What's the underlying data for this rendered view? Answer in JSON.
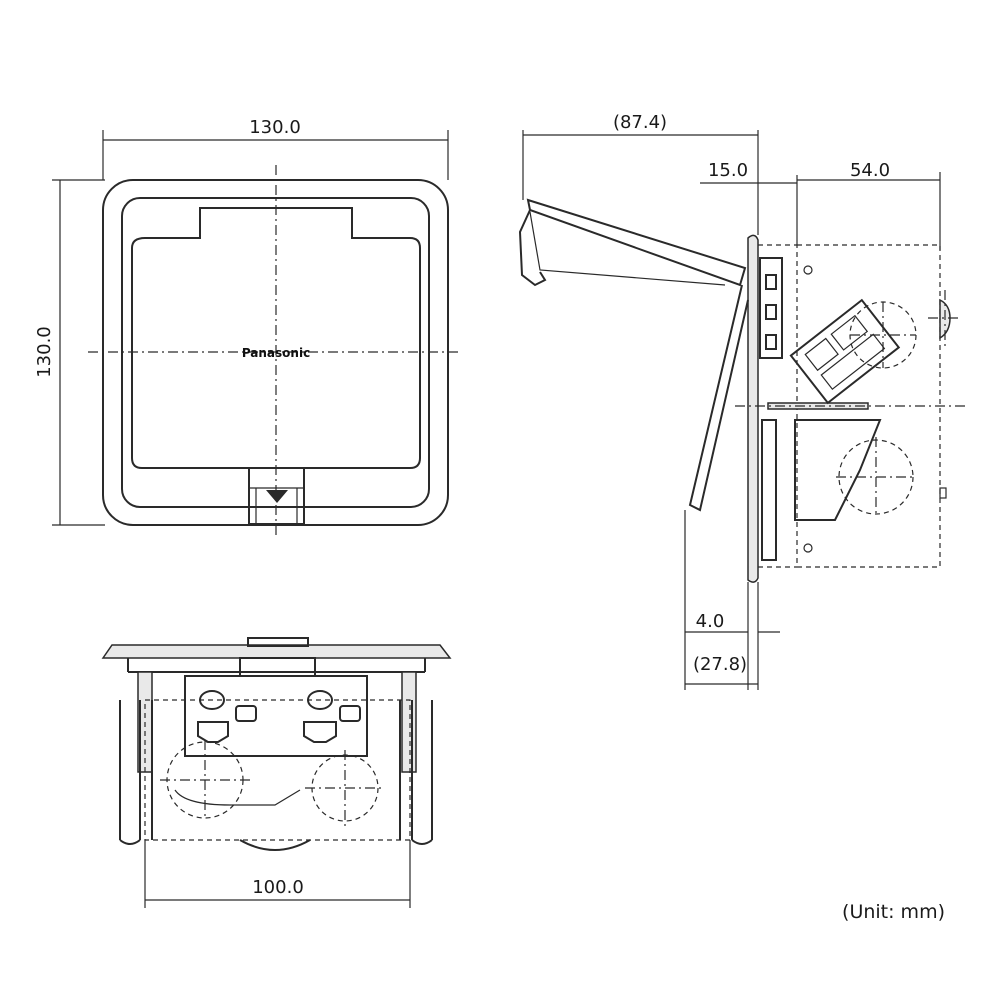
{
  "front_view": {
    "width_dim": "130.0",
    "height_dim": "130.0",
    "brand": "Panasonic"
  },
  "side_view": {
    "overall_dim": "(87.4)",
    "flange_dim": "15.0",
    "box_depth_dim": "54.0",
    "plate_dim": "4.0",
    "lid_dim": "(27.8)"
  },
  "bottom_view": {
    "width_dim": "100.0"
  },
  "unit_note": "(Unit: mm)"
}
